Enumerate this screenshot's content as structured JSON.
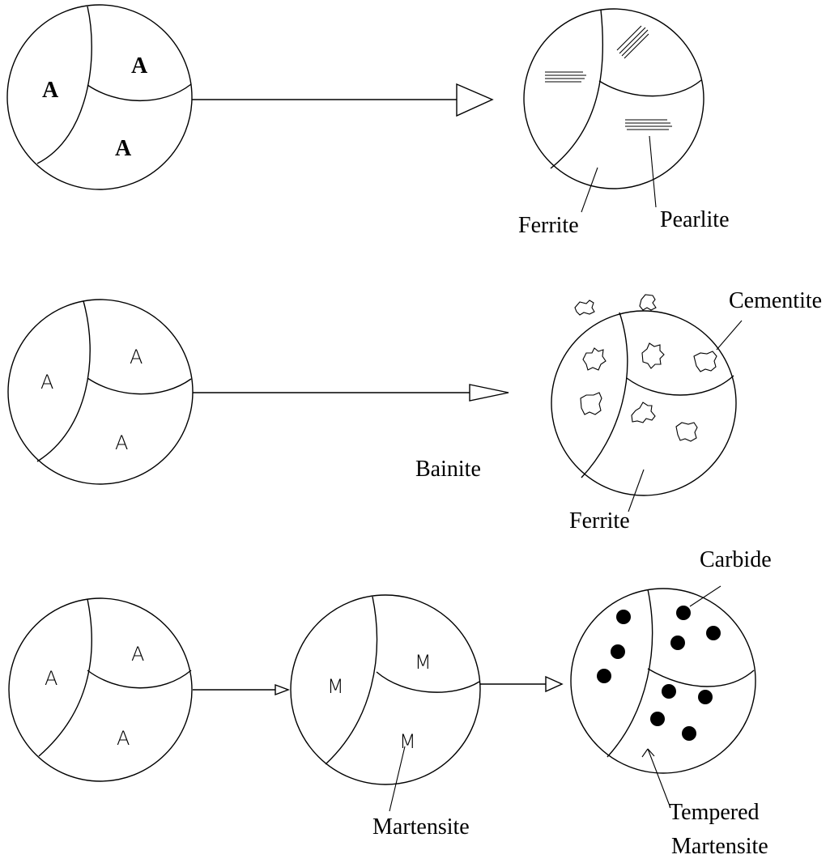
{
  "colors": {
    "stroke": "#000000",
    "background": "#ffffff"
  },
  "row1": {
    "grain_letters": [
      "A",
      "A",
      "A"
    ],
    "labels": {
      "ferrite": "Ferrite",
      "pearlite": "Pearlite"
    }
  },
  "row2": {
    "grain_letters": [
      "A",
      "A",
      "A"
    ],
    "labels": {
      "cementite": "Cementite",
      "bainite": "Bainite",
      "ferrite": "Ferrite"
    }
  },
  "row3": {
    "grain_letters": [
      "A",
      "A",
      "A"
    ],
    "martensite_letters": [
      "M",
      "M",
      "M"
    ],
    "labels": {
      "martensite": "Martensite",
      "carbide": "Carbide",
      "tempered_line1": "Tempered",
      "tempered_line2": "Martensite"
    }
  }
}
